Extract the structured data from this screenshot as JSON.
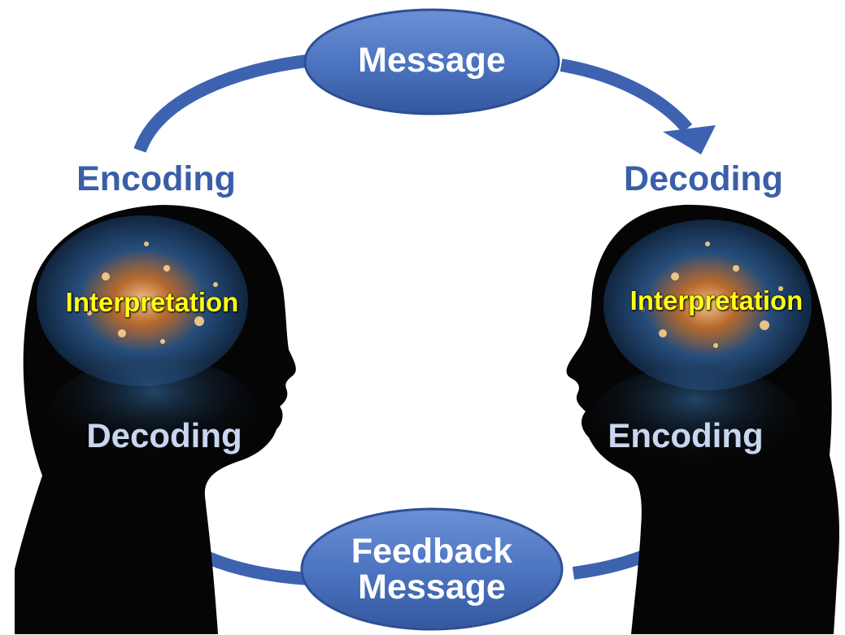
{
  "diagram": {
    "top_message": "Message",
    "feedback_message": {
      "line1": "Feedback",
      "line2": "Message"
    },
    "left_person": {
      "outer_label": "Encoding",
      "brain_label": "Interpretation",
      "inner_label": "Decoding"
    },
    "right_person": {
      "outer_label": "Decoding",
      "brain_label": "Interpretation",
      "inner_label": "Encoding"
    }
  },
  "colors": {
    "arrow": "#3d63b0",
    "oval": "#4a72be",
    "oval_edge": "#2d4f94",
    "silhouette": "#050505",
    "brain_glow": "#ffb066",
    "outer_text": "#3a5fa8",
    "inner_text": "#c9d6f0",
    "brain_text": "#ffff14"
  },
  "icons": [
    "head-silhouette-icon",
    "brain-icon",
    "curved-arrow-icon"
  ]
}
